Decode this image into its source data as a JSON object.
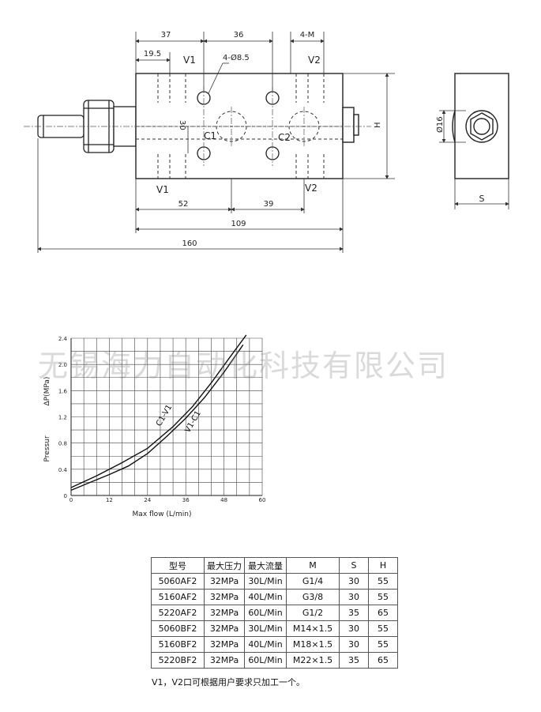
{
  "drawing": {
    "top_dims": {
      "d37": "37",
      "d36": "36",
      "d4m": "4-M",
      "d195": "19.5",
      "hole": "4-Ø8.5"
    },
    "ports": {
      "v1_top": "V1",
      "v2_top": "V2",
      "c1": "C1",
      "c2": "C2",
      "v1_bottom": "V1",
      "v2_bottom": "V2"
    },
    "inner_dim": "30",
    "bottom_dims": {
      "d52": "52",
      "d39": "39",
      "d109": "109",
      "d160": "160"
    },
    "side": {
      "h": "H",
      "dia": "Ø16",
      "s": "S"
    }
  },
  "watermark": "无锡海力自动化科技有限公司",
  "chart_data": {
    "type": "line",
    "xlabel": "Max flow (L/min)",
    "ylabel": "Pressur",
    "ylabel2": "ΔP(MPa)",
    "x_ticks": [
      "0",
      "12",
      "24",
      "36",
      "48",
      "60"
    ],
    "y_ticks": [
      "0",
      "0.4",
      "0.8",
      "1.2",
      "1.6",
      "2.0",
      "2.4"
    ],
    "xlim": [
      0,
      60
    ],
    "ylim": [
      0,
      2.4
    ],
    "grid": true,
    "series": [
      {
        "name": "C1-V1",
        "points": [
          [
            0,
            0.12
          ],
          [
            8,
            0.3
          ],
          [
            16,
            0.5
          ],
          [
            24,
            0.72
          ],
          [
            32,
            1.05
          ],
          [
            38,
            1.35
          ],
          [
            44,
            1.72
          ],
          [
            50,
            2.12
          ],
          [
            55,
            2.45
          ]
        ]
      },
      {
        "name": "V1-C1",
        "points": [
          [
            0,
            0.08
          ],
          [
            6,
            0.2
          ],
          [
            12,
            0.32
          ],
          [
            18,
            0.45
          ],
          [
            24,
            0.64
          ],
          [
            30,
            0.9
          ],
          [
            36,
            1.18
          ],
          [
            42,
            1.5
          ],
          [
            48,
            1.88
          ],
          [
            54,
            2.3
          ]
        ]
      }
    ]
  },
  "table": {
    "headers": [
      "型号",
      "最大压力",
      "最大流量",
      "M",
      "S",
      "H"
    ],
    "rows": [
      [
        "5060AF2",
        "32MPa",
        "30L/Min",
        "G1/4",
        "30",
        "55"
      ],
      [
        "5160AF2",
        "32MPa",
        "40L/Min",
        "G3/8",
        "30",
        "55"
      ],
      [
        "5220AF2",
        "32MPa",
        "60L/Min",
        "G1/2",
        "35",
        "65"
      ],
      [
        "5060BF2",
        "32MPa",
        "30L/Min",
        "M14×1.5",
        "30",
        "55"
      ],
      [
        "5160BF2",
        "32MPa",
        "40L/Min",
        "M18×1.5",
        "30",
        "55"
      ],
      [
        "5220BF2",
        "32MPa",
        "60L/Min",
        "M22×1.5",
        "35",
        "65"
      ]
    ]
  },
  "note": "V1，V2口可根据用户要求只加工一个。"
}
